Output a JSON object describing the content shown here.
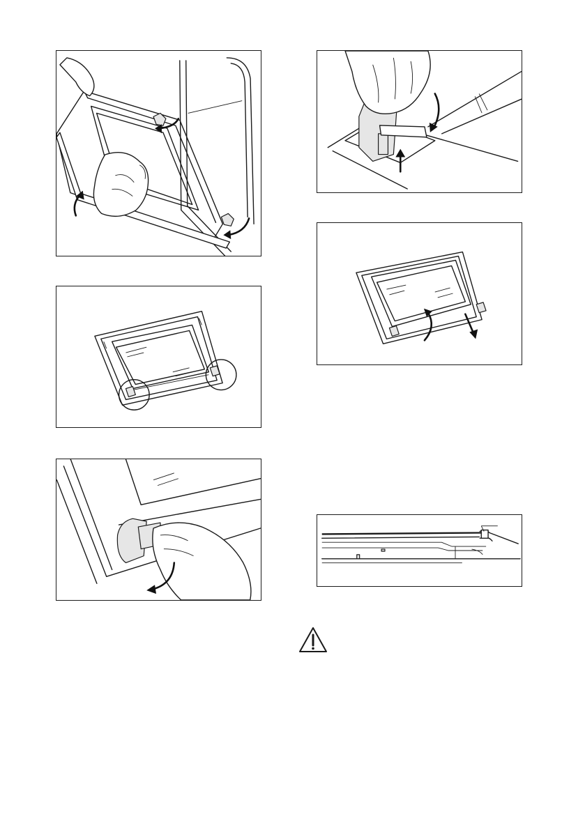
{
  "figures": [
    {
      "id": "fig1",
      "depicts": "lifting-door-with-hands"
    },
    {
      "id": "fig2",
      "depicts": "door-glass-panel-with-circled-clips"
    },
    {
      "id": "fig3",
      "depicts": "releasing-clip-by-hand"
    },
    {
      "id": "fig4",
      "depicts": "pressing-clip-down"
    },
    {
      "id": "fig5",
      "depicts": "removing-glass-panel"
    },
    {
      "id": "fig6",
      "depicts": "glass-panel-seating-cross-section"
    }
  ],
  "warning_icon": "warning-triangle-icon",
  "colors": {
    "line": "#1a1a1a",
    "background": "#ffffff"
  }
}
